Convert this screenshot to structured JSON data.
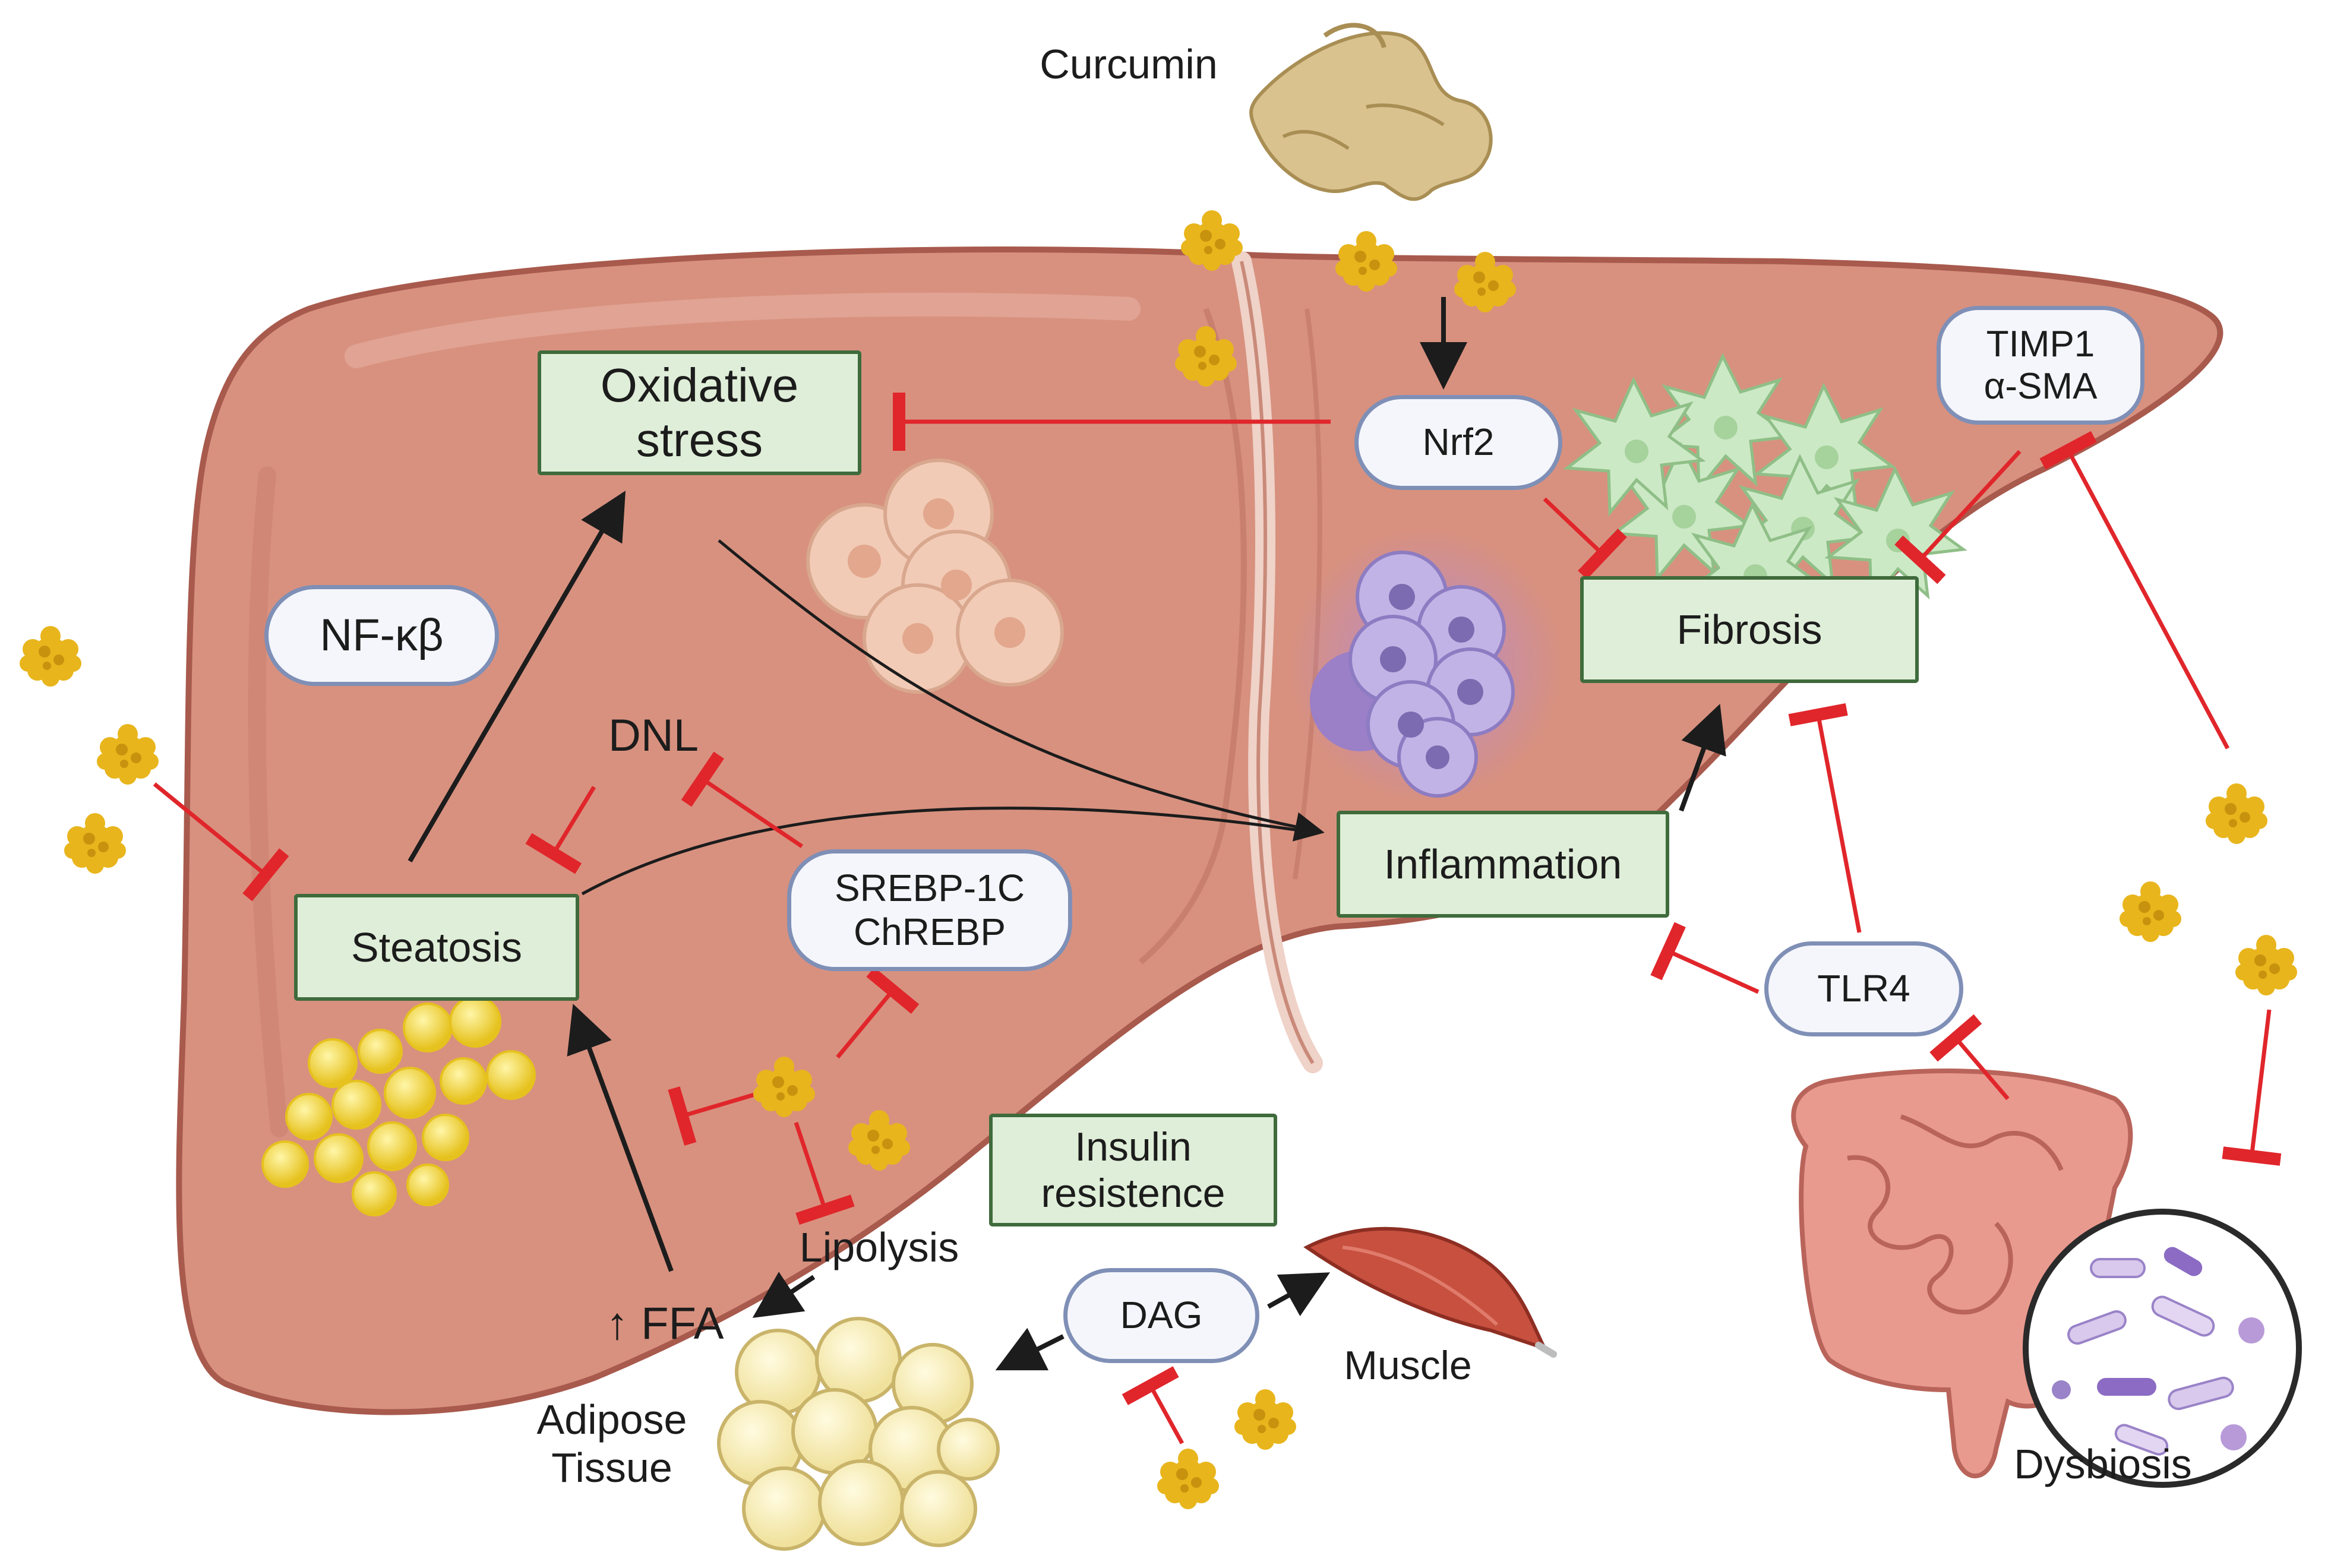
{
  "title": "",
  "colors": {
    "liver": "#d8917f",
    "liver_edge": "#a85a4d",
    "box_fill": "#dfeed8",
    "box_border": "#3f6b3c",
    "pill_border": "#7f8fb6",
    "inhibit_line": "#e0262b",
    "activate_arrow": "#1c1c1c",
    "curcumin_particle": "#e8b51c"
  },
  "sources": {
    "curcumin": "Curcumin",
    "dysbiosis": "Dysbiosis",
    "adipose_line1": "Adipose",
    "adipose_line2": "Tissue",
    "muscle": "Muscle"
  },
  "processes": {
    "oxidative_stress": [
      "Oxidative",
      "stress"
    ],
    "steatosis": "Steatosis",
    "inflammation": "Inflammation",
    "fibrosis": "Fibrosis",
    "insulin_resistance": [
      "Insulin",
      "resistence"
    ]
  },
  "mediators": {
    "nfkb": "NF-κβ",
    "nrf2": "Nrf2",
    "timp1": [
      "TIMP1",
      "α-SMA"
    ],
    "srebp": [
      "SREBP-1C",
      "ChREBP"
    ],
    "tlr4": "TLR4",
    "dag": "DAG"
  },
  "labels": {
    "dnl": "DNL",
    "lipolysis": "Lipolysis",
    "ffa_arrow": "↑",
    "ffa": "FFA"
  },
  "icons": [
    "curcumin-root-icon",
    "curcumin-particle-icon",
    "hepatocyte-cluster-icon",
    "kupffer-cell-cluster-icon",
    "stellate-cell-cluster-icon",
    "lipid-droplet-cluster-icon",
    "adipocyte-cluster-icon",
    "muscle-icon",
    "intestine-icon",
    "bacteria-circle-icon"
  ]
}
